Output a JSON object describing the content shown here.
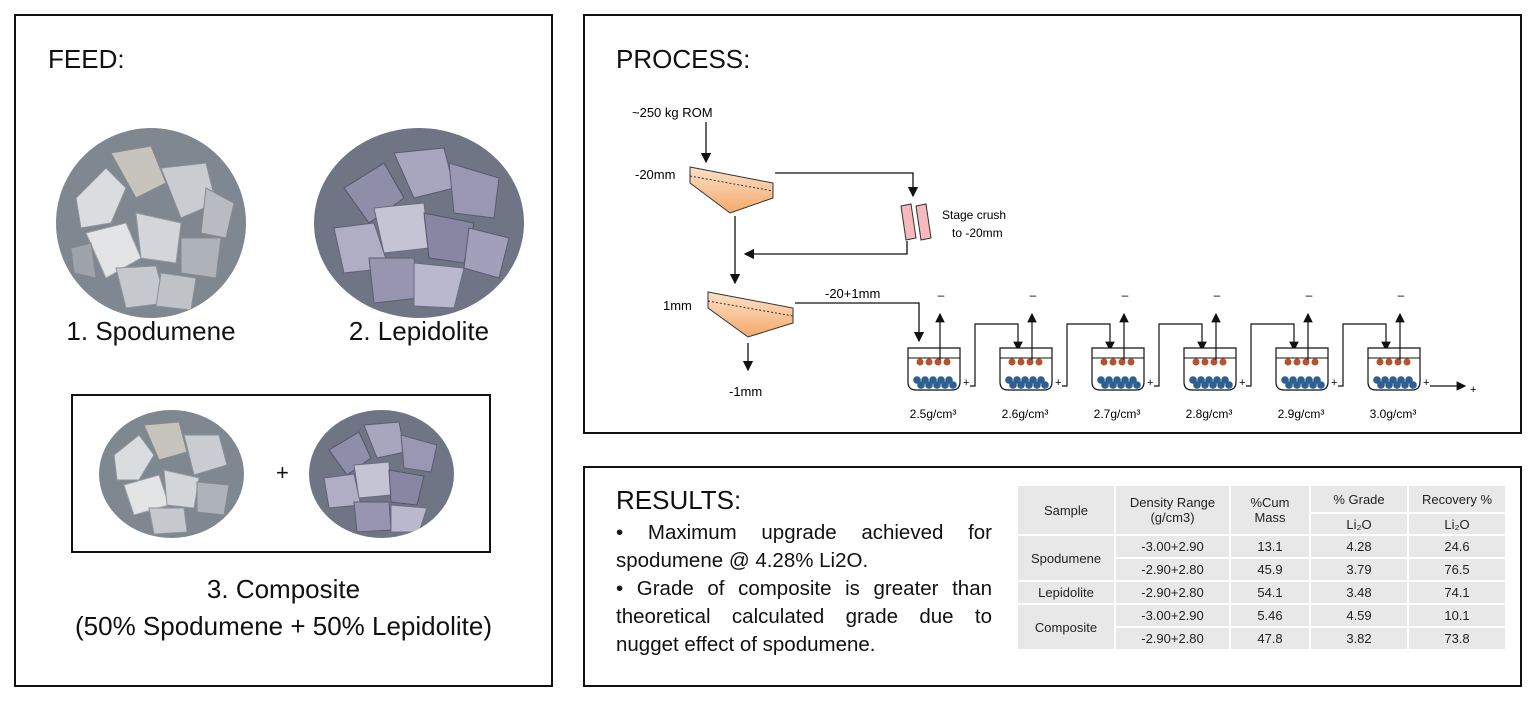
{
  "feed": {
    "heading": "FEED:",
    "samples": [
      {
        "label": "1. Spodumene"
      },
      {
        "label": "2. Lepidolite"
      }
    ],
    "plus": "+",
    "composite_label": "3. Composite",
    "composite_note": "(50% Spodumene + 50% Lepidolite)"
  },
  "process": {
    "heading": "PROCESS:",
    "rom_label": "~250 kg ROM",
    "screen1_label": "-20mm",
    "crusher_label_line1": "Stage crush",
    "crusher_label_line2": "to -20mm",
    "screen2_label": "1mm",
    "oversize_label": "-20+1mm",
    "fines_label": "-1mm",
    "sink_sign": "+",
    "float_sign": "–",
    "densities": [
      "2.5g/cm³",
      "2.6g/cm³",
      "2.7g/cm³",
      "2.8g/cm³",
      "2.9g/cm³",
      "3.0g/cm³"
    ]
  },
  "results": {
    "heading": "RESULTS:",
    "bullets": [
      "• Maximum upgrade achieved for spodumene @ 4.28% Li2O.",
      "• Grade of composite is greater than theoretical calculated grade due to nugget effect of spodumene."
    ],
    "table": {
      "headers": {
        "sample": "Sample",
        "density": "Density Range (g/cm3)",
        "mass": "%Cum Mass",
        "grade": "% Grade",
        "recovery": "Recovery %",
        "grade_unit": "Li₂O",
        "recovery_unit": "Li₂O"
      },
      "groups": [
        {
          "sample": "Spodumene",
          "rows": [
            {
              "density": "-3.00+2.90",
              "mass": "13.1",
              "grade": "4.28",
              "recovery": "24.6"
            },
            {
              "density": "-2.90+2.80",
              "mass": "45.9",
              "grade": "3.79",
              "recovery": "76.5"
            }
          ]
        },
        {
          "sample": "Lepidolite",
          "rows": [
            {
              "density": "-2.90+2.80",
              "mass": "54.1",
              "grade": "3.48",
              "recovery": "74.1"
            }
          ]
        },
        {
          "sample": "Composite",
          "rows": [
            {
              "density": "-3.00+2.90",
              "mass": "5.46",
              "grade": "4.59",
              "recovery": "10.1"
            },
            {
              "density": "-2.90+2.80",
              "mass": "47.8",
              "grade": "3.82",
              "recovery": "73.8"
            }
          ]
        }
      ]
    }
  },
  "colors": {
    "border": "#111111",
    "screen_fill": "#f4a96b",
    "crusher_fill": "#f6b9bd",
    "float_particle": "#b5532c",
    "sink_particle": "#2e5f91",
    "table_cell": "#e8e8e8",
    "spodumene_bg": "#7f8790",
    "lepidolite_bg": "#6f7585"
  }
}
